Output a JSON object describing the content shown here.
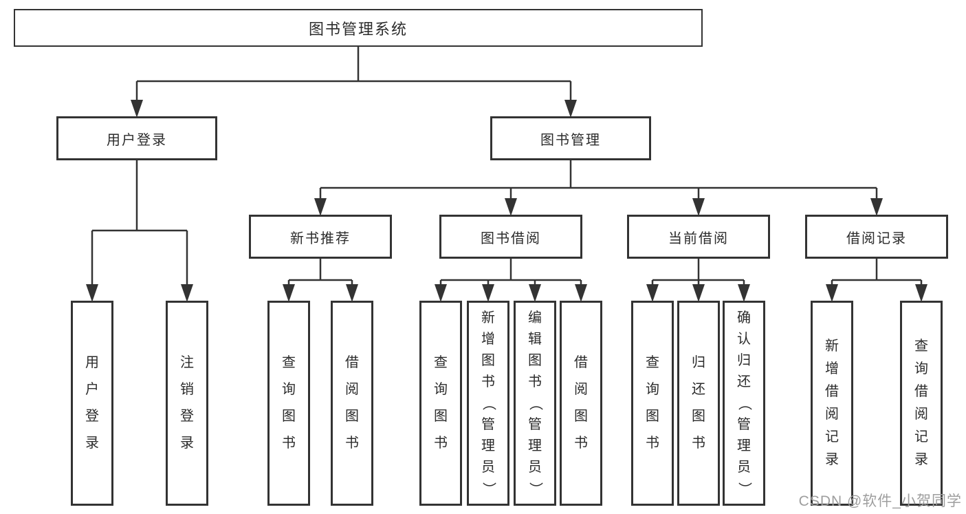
{
  "tree": {
    "label": "图书管理系统",
    "children": [
      {
        "label": "用户登录",
        "children": [
          {
            "label": "用户登录"
          },
          {
            "label": "注销登录"
          }
        ]
      },
      {
        "label": "图书管理",
        "children": [
          {
            "label": "新书推荐",
            "children": [
              {
                "label": "查询图书"
              },
              {
                "label": "借阅图书"
              }
            ]
          },
          {
            "label": "图书借阅",
            "children": [
              {
                "label": "查询图书"
              },
              {
                "label": "新增图书（管理员）"
              },
              {
                "label": "编辑图书（管理员）"
              },
              {
                "label": "借阅图书"
              }
            ]
          },
          {
            "label": "当前借阅",
            "children": [
              {
                "label": "查询图书"
              },
              {
                "label": "归还图书"
              },
              {
                "label": "确认归还（管理员）"
              }
            ]
          },
          {
            "label": "借阅记录",
            "children": [
              {
                "label": "新增借阅记录"
              },
              {
                "label": "查询借阅记录"
              }
            ]
          }
        ]
      }
    ]
  },
  "watermark": {
    "text": "CSDN @软件_小贺同学"
  },
  "colors": {
    "line": "#333333",
    "text": "#2b2b2b",
    "background": "#ffffff",
    "watermark": "#9e9e9e"
  }
}
